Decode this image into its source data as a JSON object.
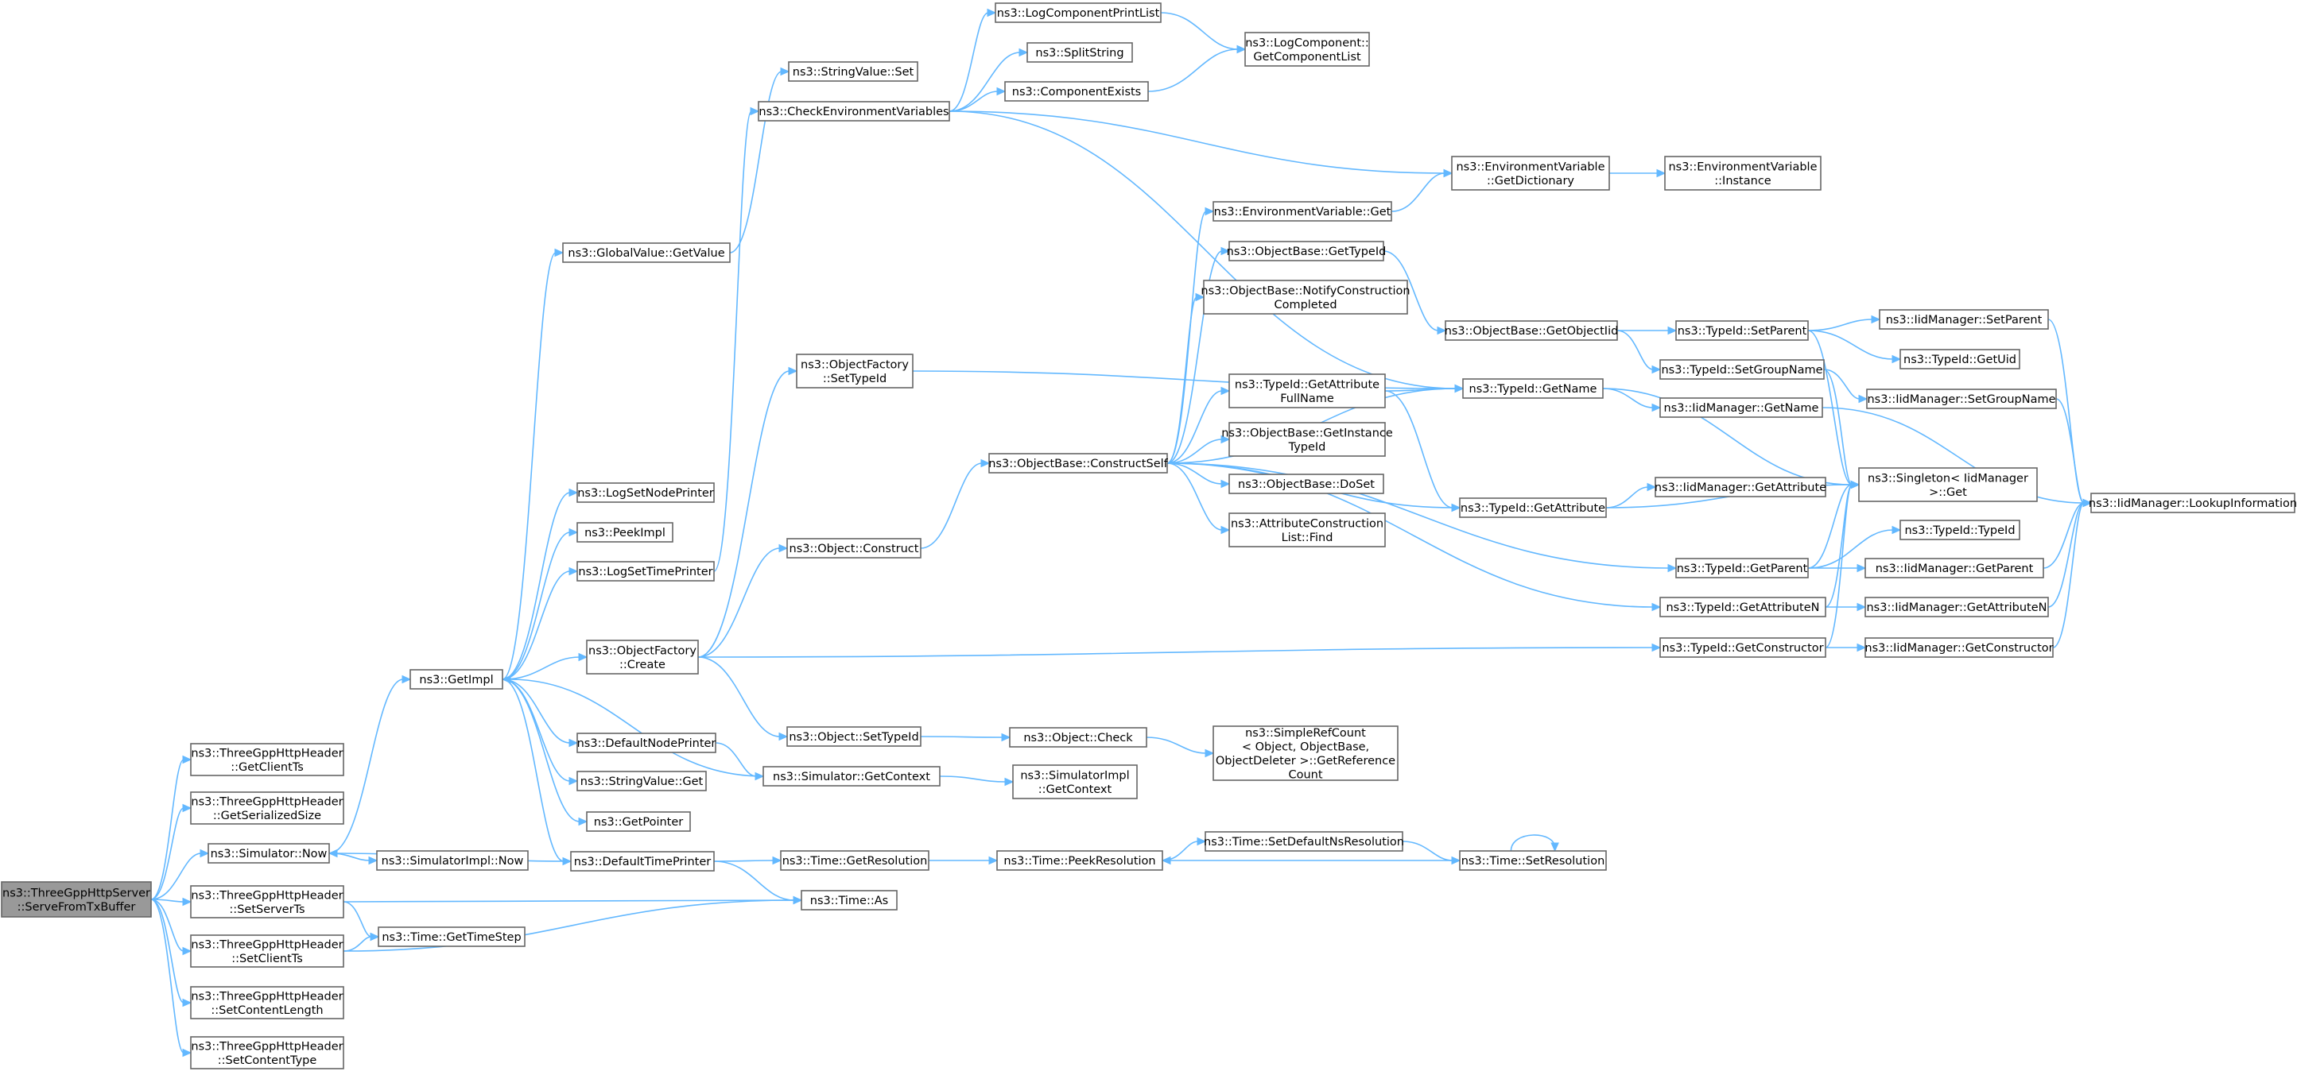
{
  "graph": {
    "type": "call-graph",
    "colors": {
      "edge": "#63b8ff",
      "node_border": "#666666",
      "root_fill": "#999999",
      "node_fill": "#ffffff",
      "text": "#000000"
    },
    "nodes": [
      {
        "id": "serve",
        "lines": [
          "ns3::ThreeGppHttpServer",
          "::ServeFromTxBuffer"
        ],
        "root": true
      },
      {
        "id": "getClientTs",
        "lines": [
          "ns3::ThreeGppHttpHeader",
          "::GetClientTs"
        ]
      },
      {
        "id": "getSerializedSize",
        "lines": [
          "ns3::ThreeGppHttpHeader",
          "::GetSerializedSize"
        ]
      },
      {
        "id": "simNow",
        "lines": [
          "ns3::Simulator::Now"
        ]
      },
      {
        "id": "setServerTs",
        "lines": [
          "ns3::ThreeGppHttpHeader",
          "::SetServerTs"
        ]
      },
      {
        "id": "setClientTs",
        "lines": [
          "ns3::ThreeGppHttpHeader",
          "::SetClientTs"
        ]
      },
      {
        "id": "setContentLength",
        "lines": [
          "ns3::ThreeGppHttpHeader",
          "::SetContentLength"
        ]
      },
      {
        "id": "setContentType",
        "lines": [
          "ns3::ThreeGppHttpHeader",
          "::SetContentType"
        ]
      },
      {
        "id": "getImpl",
        "lines": [
          "ns3::GetImpl"
        ]
      },
      {
        "id": "simImplNow",
        "lines": [
          "ns3::SimulatorImpl::Now"
        ]
      },
      {
        "id": "timeGetTimeStep",
        "lines": [
          "ns3::Time::GetTimeStep"
        ]
      },
      {
        "id": "globalGetValue",
        "lines": [
          "ns3::GlobalValue::GetValue"
        ]
      },
      {
        "id": "logSetNodePrinter",
        "lines": [
          "ns3::LogSetNodePrinter"
        ]
      },
      {
        "id": "peekImpl",
        "lines": [
          "ns3::PeekImpl"
        ]
      },
      {
        "id": "logSetTimePrinter",
        "lines": [
          "ns3::LogSetTimePrinter"
        ]
      },
      {
        "id": "objFactoryCreate",
        "lines": [
          "ns3::ObjectFactory",
          "::Create"
        ]
      },
      {
        "id": "defaultNodePrinter",
        "lines": [
          "ns3::DefaultNodePrinter"
        ]
      },
      {
        "id": "stringValueGet",
        "lines": [
          "ns3::StringValue::Get"
        ]
      },
      {
        "id": "getPointer",
        "lines": [
          "ns3::GetPointer"
        ]
      },
      {
        "id": "defaultTimePrinter",
        "lines": [
          "ns3::DefaultTimePrinter"
        ]
      },
      {
        "id": "stringValueSet",
        "lines": [
          "ns3::StringValue::Set"
        ]
      },
      {
        "id": "checkEnvVars",
        "lines": [
          "ns3::CheckEnvironmentVariables"
        ]
      },
      {
        "id": "objFactorySetTypeId",
        "lines": [
          "ns3::ObjectFactory",
          "::SetTypeId"
        ]
      },
      {
        "id": "objectConstruct",
        "lines": [
          "ns3::Object::Construct"
        ]
      },
      {
        "id": "objectSetTypeId",
        "lines": [
          "ns3::Object::SetTypeId"
        ]
      },
      {
        "id": "simGetContext",
        "lines": [
          "ns3::Simulator::GetContext"
        ]
      },
      {
        "id": "timeGetResolution",
        "lines": [
          "ns3::Time::GetResolution"
        ]
      },
      {
        "id": "timeAs",
        "lines": [
          "ns3::Time::As"
        ]
      },
      {
        "id": "logCompPrintList",
        "lines": [
          "ns3::LogComponentPrintList"
        ]
      },
      {
        "id": "splitString",
        "lines": [
          "ns3::SplitString"
        ]
      },
      {
        "id": "componentExists",
        "lines": [
          "ns3::ComponentExists"
        ]
      },
      {
        "id": "objBaseConstructSelf",
        "lines": [
          "ns3::ObjectBase::ConstructSelf"
        ]
      },
      {
        "id": "objectCheck",
        "lines": [
          "ns3::Object::Check"
        ]
      },
      {
        "id": "simImplGetContext",
        "lines": [
          "ns3::SimulatorImpl",
          "::GetContext"
        ]
      },
      {
        "id": "timePeekResolution",
        "lines": [
          "ns3::Time::PeekResolution"
        ]
      },
      {
        "id": "logCompGetList",
        "lines": [
          "ns3::LogComponent::",
          "GetComponentList"
        ]
      },
      {
        "id": "envVarGet",
        "lines": [
          "ns3::EnvironmentVariable::Get"
        ]
      },
      {
        "id": "objBaseGetTypeId",
        "lines": [
          "ns3::ObjectBase::GetTypeId"
        ]
      },
      {
        "id": "objBaseNotify",
        "lines": [
          "ns3::ObjectBase::NotifyConstruction",
          "Completed"
        ]
      },
      {
        "id": "typeIdGetAttrFullName",
        "lines": [
          "ns3::TypeId::GetAttribute",
          "FullName"
        ]
      },
      {
        "id": "objBaseGetInstanceTypeId",
        "lines": [
          "ns3::ObjectBase::GetInstance",
          "TypeId"
        ]
      },
      {
        "id": "objBaseDoSet",
        "lines": [
          "ns3::ObjectBase::DoSet"
        ]
      },
      {
        "id": "attrConstructionFind",
        "lines": [
          "ns3::AttributeConstruction",
          "List::Find"
        ]
      },
      {
        "id": "simpleRefCount",
        "lines": [
          "ns3::SimpleRefCount",
          "< Object, ObjectBase,",
          "ObjectDeleter >::GetReference",
          "Count"
        ]
      },
      {
        "id": "timeSetDefaultNsRes",
        "lines": [
          "ns3::Time::SetDefaultNsResolution"
        ]
      },
      {
        "id": "envVarGetDictionary",
        "lines": [
          "ns3::EnvironmentVariable",
          "::GetDictionary"
        ]
      },
      {
        "id": "objBaseGetObjectIid",
        "lines": [
          "ns3::ObjectBase::GetObjectIid"
        ]
      },
      {
        "id": "typeIdGetName",
        "lines": [
          "ns3::TypeId::GetName"
        ]
      },
      {
        "id": "typeIdGetAttribute",
        "lines": [
          "ns3::TypeId::GetAttribute"
        ]
      },
      {
        "id": "timeSetResolution",
        "lines": [
          "ns3::Time::SetResolution"
        ]
      },
      {
        "id": "envVarInstance",
        "lines": [
          "ns3::EnvironmentVariable",
          "::Instance"
        ]
      },
      {
        "id": "typeIdSetParent",
        "lines": [
          "ns3::TypeId::SetParent"
        ]
      },
      {
        "id": "typeIdSetGroupName",
        "lines": [
          "ns3::TypeId::SetGroupName"
        ]
      },
      {
        "id": "iidGetName",
        "lines": [
          "ns3::IidManager::GetName"
        ]
      },
      {
        "id": "singletonGet",
        "lines": [
          "ns3::Singleton< IidManager",
          " >::Get"
        ]
      },
      {
        "id": "iidGetAttribute",
        "lines": [
          "ns3::IidManager::GetAttribute"
        ]
      },
      {
        "id": "typeIdGetParent",
        "lines": [
          "ns3::TypeId::GetParent"
        ]
      },
      {
        "id": "typeIdGetAttributeN",
        "lines": [
          "ns3::TypeId::GetAttributeN"
        ]
      },
      {
        "id": "typeIdGetConstructor",
        "lines": [
          "ns3::TypeId::GetConstructor"
        ]
      },
      {
        "id": "iidSetParent",
        "lines": [
          "ns3::IidManager::SetParent"
        ]
      },
      {
        "id": "typeIdGetUid",
        "lines": [
          "ns3::TypeId::GetUid"
        ]
      },
      {
        "id": "iidSetGroupName",
        "lines": [
          "ns3::IidManager::SetGroupName"
        ]
      },
      {
        "id": "typeIdTypeId",
        "lines": [
          "ns3::TypeId::TypeId"
        ]
      },
      {
        "id": "iidGetParent",
        "lines": [
          "ns3::IidManager::GetParent"
        ]
      },
      {
        "id": "iidGetAttributeN",
        "lines": [
          "ns3::IidManager::GetAttributeN"
        ]
      },
      {
        "id": "iidGetConstructor",
        "lines": [
          "ns3::IidManager::GetConstructor"
        ]
      },
      {
        "id": "iidLookupInformation",
        "lines": [
          "ns3::IidManager::LookupInformation"
        ]
      }
    ],
    "edges": [
      [
        "serve",
        "getClientTs"
      ],
      [
        "serve",
        "getSerializedSize"
      ],
      [
        "serve",
        "simNow"
      ],
      [
        "serve",
        "setServerTs"
      ],
      [
        "serve",
        "setClientTs"
      ],
      [
        "serve",
        "setContentLength"
      ],
      [
        "serve",
        "setContentType"
      ],
      [
        "simNow",
        "getImpl"
      ],
      [
        "simNow",
        "simImplNow"
      ],
      [
        "setServerTs",
        "timeAs"
      ],
      [
        "setClientTs",
        "timeGetTimeStep"
      ],
      [
        "setClientTs",
        "timeAs"
      ],
      [
        "setServerTs",
        "timeGetTimeStep"
      ],
      [
        "getImpl",
        "globalGetValue"
      ],
      [
        "getImpl",
        "logSetNodePrinter"
      ],
      [
        "getImpl",
        "peekImpl"
      ],
      [
        "getImpl",
        "logSetTimePrinter"
      ],
      [
        "getImpl",
        "objFactoryCreate"
      ],
      [
        "getImpl",
        "defaultNodePrinter"
      ],
      [
        "getImpl",
        "stringValueGet"
      ],
      [
        "getImpl",
        "getPointer"
      ],
      [
        "getImpl",
        "defaultTimePrinter"
      ],
      [
        "globalGetValue",
        "stringValueSet"
      ],
      [
        "logSetTimePrinter",
        "checkEnvVars"
      ],
      [
        "objFactoryCreate",
        "objFactorySetTypeId"
      ],
      [
        "objFactoryCreate",
        "objectConstruct"
      ],
      [
        "objFactoryCreate",
        "objectSetTypeId"
      ],
      [
        "objFactoryCreate",
        "typeIdGetConstructor"
      ],
      [
        "defaultNodePrinter",
        "simGetContext"
      ],
      [
        "simGetContext",
        "getImpl"
      ],
      [
        "simGetContext",
        "simImplGetContext"
      ],
      [
        "defaultTimePrinter",
        "simNow"
      ],
      [
        "defaultTimePrinter",
        "timeGetResolution"
      ],
      [
        "defaultTimePrinter",
        "timeAs"
      ],
      [
        "checkEnvVars",
        "logCompPrintList"
      ],
      [
        "checkEnvVars",
        "splitString"
      ],
      [
        "checkEnvVars",
        "componentExists"
      ],
      [
        "checkEnvVars",
        "envVarGetDictionary"
      ],
      [
        "logCompPrintList",
        "logCompGetList"
      ],
      [
        "componentExists",
        "logCompGetList"
      ],
      [
        "objFactorySetTypeId",
        "typeIdGetName"
      ],
      [
        "objectConstruct",
        "objBaseConstructSelf"
      ],
      [
        "objectSetTypeId",
        "objectCheck"
      ],
      [
        "objectCheck",
        "simpleRefCount"
      ],
      [
        "timeGetResolution",
        "timePeekResolution"
      ],
      [
        "timePeekResolution",
        "timeSetDefaultNsRes"
      ],
      [
        "timeSetDefaultNsRes",
        "timeSetResolution"
      ],
      [
        "timeSetResolution",
        "timePeekResolution"
      ],
      [
        "timeSetResolution",
        "timeSetResolution"
      ],
      [
        "objBaseConstructSelf",
        "envVarGet"
      ],
      [
        "objBaseConstructSelf",
        "objBaseGetTypeId"
      ],
      [
        "objBaseConstructSelf",
        "objBaseNotify"
      ],
      [
        "objBaseConstructSelf",
        "typeIdGetName"
      ],
      [
        "objBaseConstructSelf",
        "typeIdGetAttrFullName"
      ],
      [
        "objBaseConstructSelf",
        "objBaseGetInstanceTypeId"
      ],
      [
        "objBaseConstructSelf",
        "objBaseDoSet"
      ],
      [
        "objBaseConstructSelf",
        "attrConstructionFind"
      ],
      [
        "objBaseConstructSelf",
        "typeIdGetAttribute"
      ],
      [
        "objBaseConstructSelf",
        "typeIdGetParent"
      ],
      [
        "objBaseConstructSelf",
        "typeIdGetAttributeN"
      ],
      [
        "envVarGet",
        "envVarGetDictionary"
      ],
      [
        "envVarGetDictionary",
        "envVarInstance"
      ],
      [
        "objBaseGetTypeId",
        "objBaseGetObjectIid"
      ],
      [
        "typeIdGetAttrFullName",
        "typeIdGetName"
      ],
      [
        "typeIdGetAttrFullName",
        "typeIdGetAttribute"
      ],
      [
        "objBaseGetObjectIid",
        "typeIdSetParent"
      ],
      [
        "objBaseGetObjectIid",
        "typeIdSetGroupName"
      ],
      [
        "typeIdSetParent",
        "iidSetParent"
      ],
      [
        "typeIdSetParent",
        "typeIdGetUid"
      ],
      [
        "typeIdSetParent",
        "singletonGet"
      ],
      [
        "typeIdSetGroupName",
        "iidSetGroupName"
      ],
      [
        "typeIdSetGroupName",
        "singletonGet"
      ],
      [
        "typeIdGetName",
        "iidGetName"
      ],
      [
        "typeIdGetName",
        "singletonGet"
      ],
      [
        "typeIdGetAttribute",
        "iidGetAttribute"
      ],
      [
        "typeIdGetAttribute",
        "singletonGet"
      ],
      [
        "typeIdGetParent",
        "typeIdTypeId"
      ],
      [
        "typeIdGetParent",
        "iidGetParent"
      ],
      [
        "typeIdGetParent",
        "singletonGet"
      ],
      [
        "typeIdGetAttributeN",
        "iidGetAttributeN"
      ],
      [
        "typeIdGetAttributeN",
        "singletonGet"
      ],
      [
        "typeIdGetConstructor",
        "iidGetConstructor"
      ],
      [
        "typeIdGetConstructor",
        "singletonGet"
      ],
      [
        "iidSetParent",
        "iidLookupInformation"
      ],
      [
        "iidSetGroupName",
        "iidLookupInformation"
      ],
      [
        "iidGetName",
        "iidLookupInformation"
      ],
      [
        "iidGetParent",
        "iidLookupInformation"
      ],
      [
        "iidGetAttributeN",
        "iidLookupInformation"
      ],
      [
        "iidGetConstructor",
        "iidLookupInformation"
      ],
      [
        "checkEnvVars",
        "typeIdGetName"
      ]
    ]
  }
}
